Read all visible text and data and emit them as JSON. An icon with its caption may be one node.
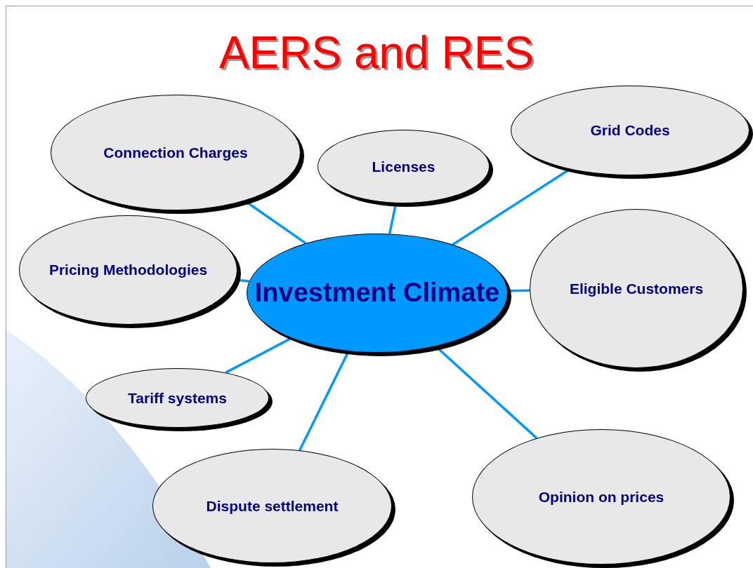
{
  "diagram": {
    "title": "AERS and RES",
    "nodes": [
      {
        "text": [
          "Connection Charges"
        ]
      },
      {
        "text": [
          "Licenses"
        ]
      },
      {
        "text": [
          "Grid Codes"
        ]
      },
      {
        "text": [
          "Pricing Methodologies"
        ]
      },
      {
        "text": [
          "Investment Climate"
        ]
      },
      {
        "text": [
          "Eligible Customers"
        ]
      },
      {
        "text": [
          "Tariff systems"
        ]
      },
      {
        "text": [
          "Dispute settlement"
        ]
      },
      {
        "text": [
          "Opinion on prices"
        ]
      }
    ],
    "edges": [
      {
        "from": 4,
        "to": 0,
        "arrow": "none"
      },
      {
        "from": 4,
        "to": 1,
        "arrow": "none"
      },
      {
        "from": 4,
        "to": 2,
        "arrow": "none"
      },
      {
        "from": 4,
        "to": 3,
        "arrow": "none"
      },
      {
        "from": 4,
        "to": 5,
        "arrow": "none"
      },
      {
        "from": 4,
        "to": 6,
        "arrow": "none"
      },
      {
        "from": 4,
        "to": 7,
        "arrow": "none"
      },
      {
        "from": 4,
        "to": 8,
        "arrow": "none"
      }
    ]
  }
}
